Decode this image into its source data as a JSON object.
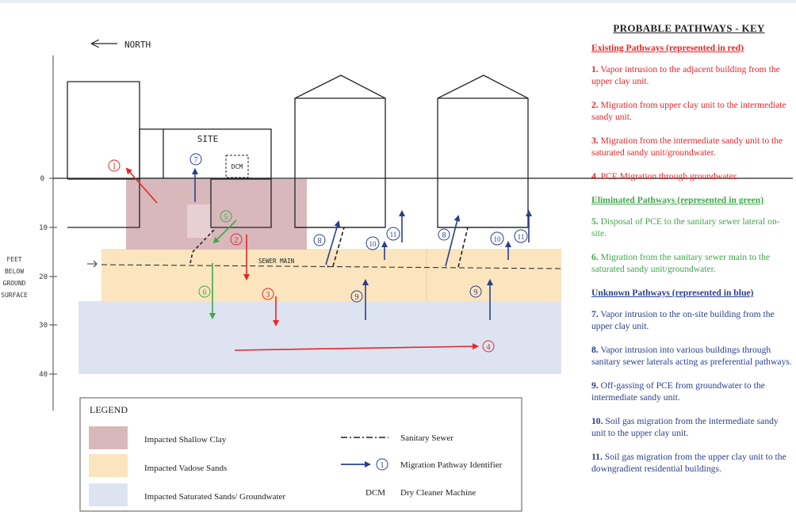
{
  "diagram": {
    "north_label": "NORTH",
    "site_label": "SITE",
    "dcm_label": "DCM",
    "sewer_label": "SEWER MAIN",
    "axis_label_lines": [
      "FEET",
      "BELOW",
      "GROUND",
      "SURFACE"
    ],
    "depth_ticks": [
      "0",
      "10",
      "20",
      "30",
      "40"
    ],
    "pathway_numbers": [
      "1",
      "2",
      "3",
      "4",
      "5",
      "6",
      "7",
      "8",
      "9",
      "10",
      "11",
      "8",
      "9",
      "10",
      "11"
    ]
  },
  "legend": {
    "title": "LEGEND",
    "items": [
      {
        "label": "Impacted Shallow Clay",
        "color": "#d9b8bb"
      },
      {
        "label": "Impacted Vadose Sands",
        "color": "#fbe5be"
      },
      {
        "label": "Impacted Saturated Sands/ Groundwater",
        "color": "#dde3f1"
      }
    ],
    "symbols": [
      {
        "symbol": "sanitary-sewer",
        "label": "Sanitary Sewer"
      },
      {
        "symbol": "pathway-arrow",
        "number": "1",
        "label": "Migration Pathway Identifier"
      },
      {
        "symbol": "DCM",
        "label": "Dry Cleaner Machine"
      }
    ]
  },
  "key": {
    "title": "PROBABLE PATHWAYS - KEY",
    "sections": [
      {
        "heading": "Existing Pathways (represented in red)",
        "color": "#e8262a",
        "items": [
          {
            "num": "1.",
            "text": "Vapor intrusion to the adjacent building from the upper clay unit."
          },
          {
            "num": "2.",
            "text": "Migration from upper clay unit to the intermediate sandy unit."
          },
          {
            "num": "3.",
            "text": "Migration from the intermediate sandy unit to the saturated sandy unit/groundwater."
          },
          {
            "num": "4.",
            "text": "PCE Migration through groundwater."
          }
        ]
      },
      {
        "heading": "Eliminated Pathways (represented in green)",
        "color": "#3fa84a",
        "items": [
          {
            "num": "5.",
            "text": "Disposal of PCE to the sanitary sewer lateral on-site."
          },
          {
            "num": "6.",
            "text": "Migration from the sanitary sewer main to the saturated sandy unit/groundwater."
          }
        ]
      },
      {
        "heading": "Unknown Pathways (represented in blue)",
        "color": "#2b3f8f",
        "items": [
          {
            "num": "7.",
            "text": "Vapor intrusion to the on-site building from the upper clay unit."
          },
          {
            "num": "8.",
            "text": "Vapor intrusion into various buildings through sanitary sewer laterals acting as preferential pathways."
          },
          {
            "num": "9.",
            "text": "Off-gassing of PCE from groundwater to the intermediate sandy unit."
          },
          {
            "num": "10.",
            "text": "Soil gas migration from the intermediate sandy unit to the upper clay unit."
          },
          {
            "num": "11.",
            "text": "Soil gas migration from the upper clay unit to the downgradient residential buildings."
          }
        ]
      }
    ]
  }
}
